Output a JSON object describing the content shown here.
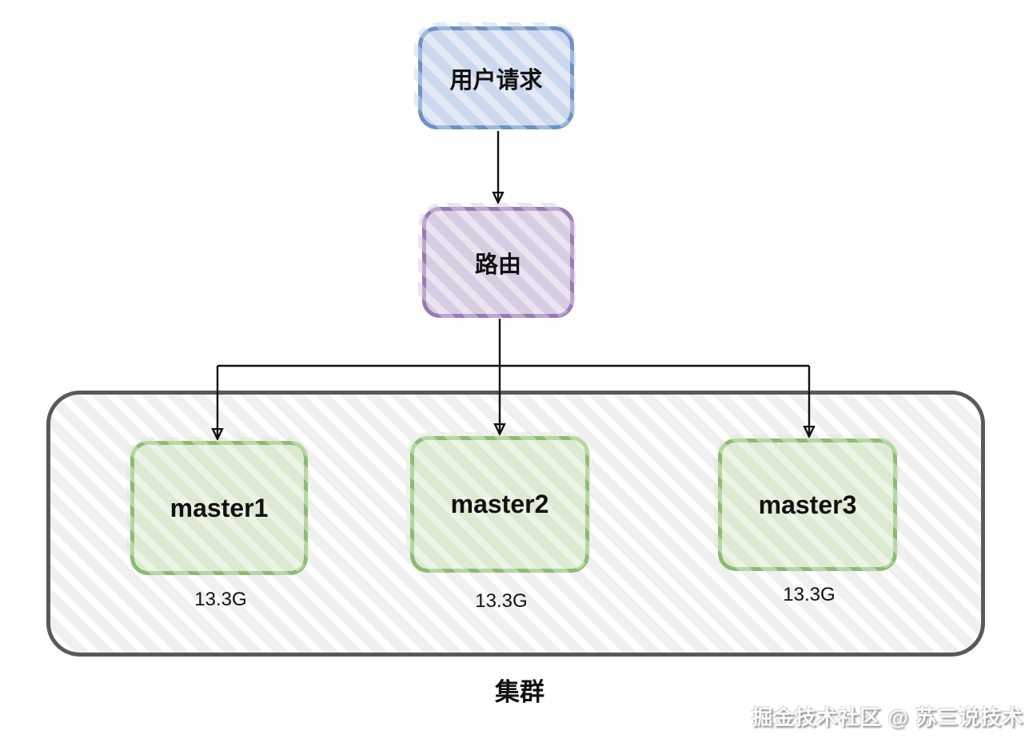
{
  "diagram": {
    "nodes": {
      "user_request": {
        "label": "用户请求"
      },
      "router": {
        "label": "路由"
      },
      "masters": [
        {
          "label": "master1",
          "size": "13.3G"
        },
        {
          "label": "master2",
          "size": "13.3G"
        },
        {
          "label": "master3",
          "size": "13.3G"
        }
      ],
      "cluster": {
        "label": "集群"
      }
    },
    "colors": {
      "user_request_border": "#6e92c2",
      "user_request_fill": "#ccd8ee",
      "router_border": "#9a7ab1",
      "router_fill": "#d7cde3",
      "master_border": "#8cbb71",
      "master_fill": "#dcead2",
      "cluster_border": "#595959",
      "cluster_fill": "#f0f0f0",
      "connector": "#111111"
    }
  },
  "watermark": {
    "text": "掘金技术社区 @ 苏三说技术"
  }
}
